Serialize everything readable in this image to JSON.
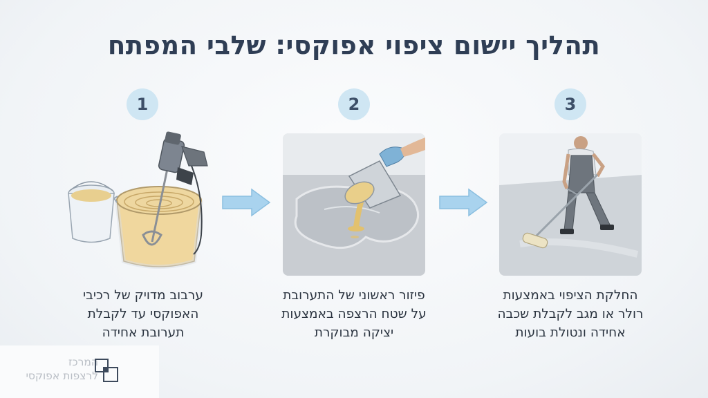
{
  "title": "תהליך יישום ציפוי אפוקסי: שלבי המפתח",
  "steps": [
    {
      "number": "1",
      "line1": "ערבוב מדויק של רכיבי",
      "line2": "האפוקסי עד לקבלת",
      "line3": "תערובת אחידה"
    },
    {
      "number": "2",
      "line1": "פיזור ראשוני של התערובת",
      "line2": "על שטח הרצפה באמצעות",
      "line3": "יציקה מבוקרת"
    },
    {
      "number": "3",
      "line1": "החלקת הציפוי באמצעות",
      "line2": "רולר או מגב לקבלת שכבה",
      "line3": "אחידה ונטולת בועות"
    }
  ],
  "logo": {
    "line1": "המרכז",
    "line2": "לרצפות אפוקסי"
  },
  "colors": {
    "title": "#2f3e55",
    "badge": "#cfe6f3",
    "arrow": "#a9d3ee",
    "epoxy": "#e8cf8f",
    "floor": "#c9cdd2"
  },
  "icons": [
    "arrow-right-icon",
    "drill-mixer-icon",
    "bucket-icon",
    "pour-pot-icon",
    "roller-worker-icon",
    "logo-squares-icon"
  ]
}
